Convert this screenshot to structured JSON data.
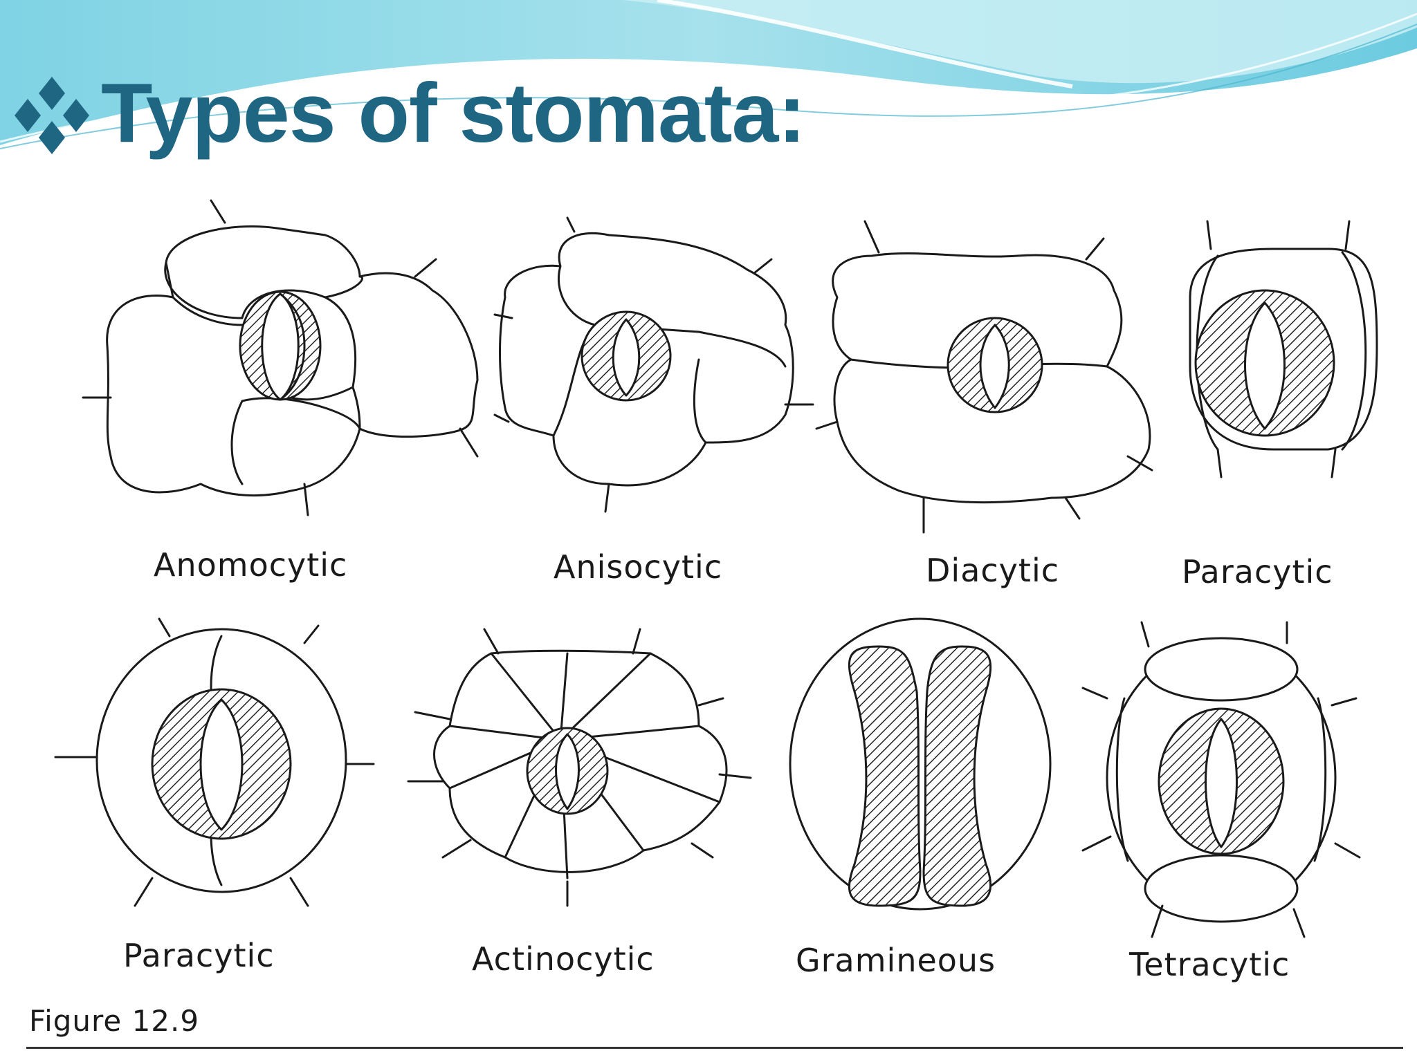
{
  "slide": {
    "title": "Types of stomata:",
    "bullet_icon": "four-diamond-bullet-icon",
    "accent_color": "#1e6682",
    "wave_colors": [
      "#5fc6dc",
      "#9adbe8",
      "#c8eef5"
    ]
  },
  "figure": {
    "caption": "Figure 12.9",
    "types": [
      {
        "label": "Anomocytic"
      },
      {
        "label": "Anisocytic"
      },
      {
        "label": "Diacytic"
      },
      {
        "label": "Paracytic"
      },
      {
        "label": "Paracytic"
      },
      {
        "label": "Actinocytic"
      },
      {
        "label": "Gramineous"
      },
      {
        "label": "Tetracytic"
      }
    ]
  }
}
